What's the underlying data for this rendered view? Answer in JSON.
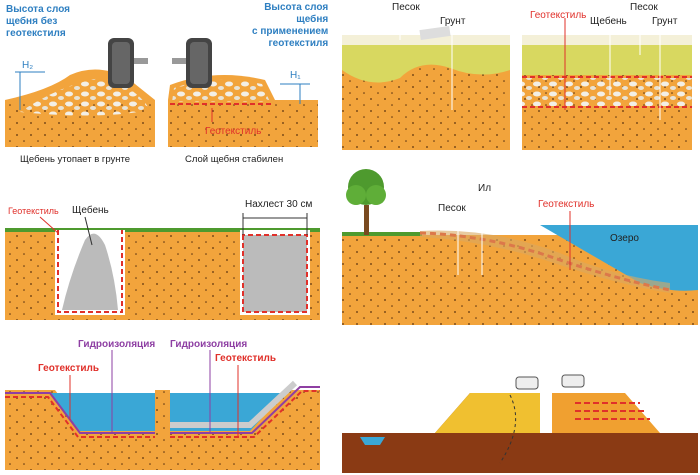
{
  "panels": {
    "p1": {
      "left_title": "Высота слоя\nщебня без\nгеотекстиля",
      "right_title": "Высота слоя\nщебня\nс применением\nгеотекстиля",
      "h2": "H₂",
      "h1": "H₁",
      "geotextile": "Геотекстиль",
      "caption_left": "Щебень утопает в грунте",
      "caption_right": "Слой щебня стабилен"
    },
    "p2": {
      "sand": "Песок",
      "soil": "Грунт",
      "geotextile": "Геотекстиль",
      "gravel": "Щебень",
      "sand2": "Песок",
      "soil2": "Грунт"
    },
    "p3": {
      "geotextile": "Геотекстиль",
      "gravel": "Щебень",
      "overlap": "Нахлест 30 см"
    },
    "p4": {
      "silt": "Ил",
      "sand": "Песок",
      "geotextile": "Геотекстиль",
      "lake": "Озеро"
    },
    "p5": {
      "waterproofing_left": "Гидроизоляция",
      "waterproofing_right": "Гидроизоляция",
      "geotextile_left": "Геотекстиль",
      "geotextile_right": "Геотекстиль"
    }
  },
  "colors": {
    "soil": "#f2a43c",
    "soil_dark": "#e8902a",
    "sand": "#d8d860",
    "water": "#3aa7d6",
    "geotextile": "#e0302a",
    "grass": "#4e9a2e",
    "road_base": "#f0c030",
    "clay": "#8a3a14"
  }
}
